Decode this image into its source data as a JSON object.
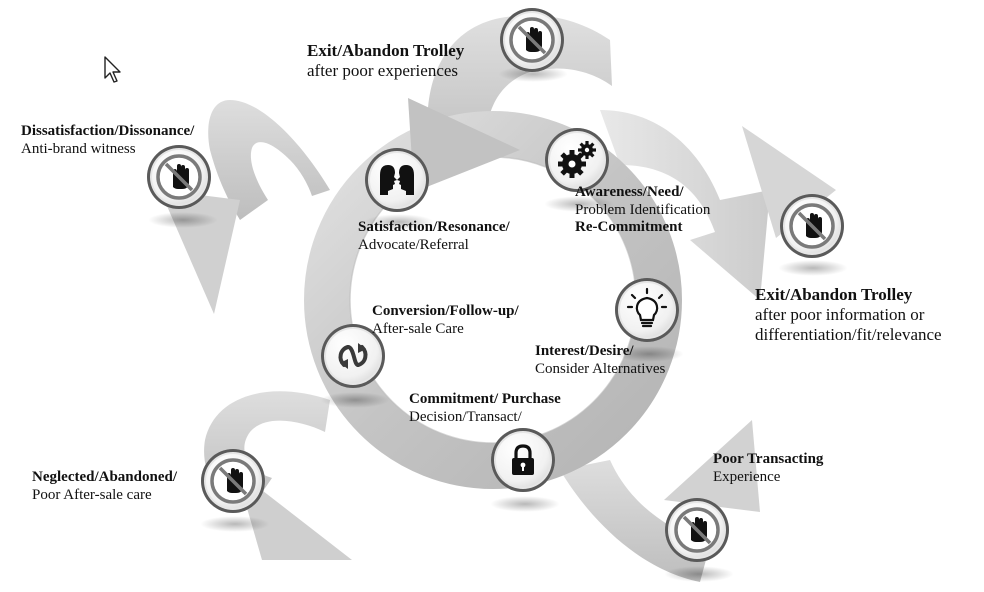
{
  "cycle": {
    "awareness": {
      "title": "Awareness/Need/",
      "line2": "Problem Identification",
      "line3": "Re-Commitment"
    },
    "interest": {
      "title": "Interest/Desire/",
      "line2": "Consider Alternatives"
    },
    "commitment": {
      "title": "Commitment/ Purchase",
      "line2": "Decision/Transact/"
    },
    "conversion": {
      "title": "Conversion/Follow-up/",
      "line2": "After-sale Care"
    },
    "satisfaction": {
      "title": "Satisfaction/Resonance/",
      "line2": "Advocate/Referral"
    }
  },
  "exits": {
    "exit_experiences": {
      "title": "Exit/Abandon Trolley",
      "line2": "after poor experiences"
    },
    "exit_information": {
      "title": "Exit/Abandon Trolley",
      "line2": "after poor information or",
      "line3": "differentiation/fit/relevance"
    },
    "poor_transacting": {
      "title": "Poor Transacting",
      "line2": "Experience"
    },
    "neglected": {
      "title": "Neglected/Abandoned/",
      "line2": "Poor After-sale care"
    },
    "dissatisfaction": {
      "title": "Dissatisfaction/Dissonance/",
      "line2": "Anti-brand witness"
    }
  },
  "icons": {
    "awareness": "gears-icon",
    "interest": "lightbulb-icon",
    "commitment": "padlock-icon",
    "conversion": "cycle-arrows-icon",
    "satisfaction": "two-faces-icon",
    "exit": "no-hand-stop-icon"
  },
  "colors": {
    "ring": "#c8c8c8",
    "ring_dark": "#9c9c9c",
    "arrow": "#d2d2d2",
    "node_border": "#5a5a5a"
  }
}
